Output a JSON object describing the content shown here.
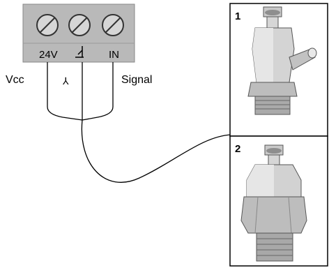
{
  "terminal_block": {
    "terminals": [
      {
        "label": "24V"
      },
      {
        "label": "⅃"
      },
      {
        "label": "IN"
      }
    ]
  },
  "wires": {
    "vcc_label": "Vcc",
    "ground_label": "⅄",
    "signal_label": "Signal"
  },
  "sensors": [
    {
      "number": "1"
    },
    {
      "number": "2"
    }
  ]
}
